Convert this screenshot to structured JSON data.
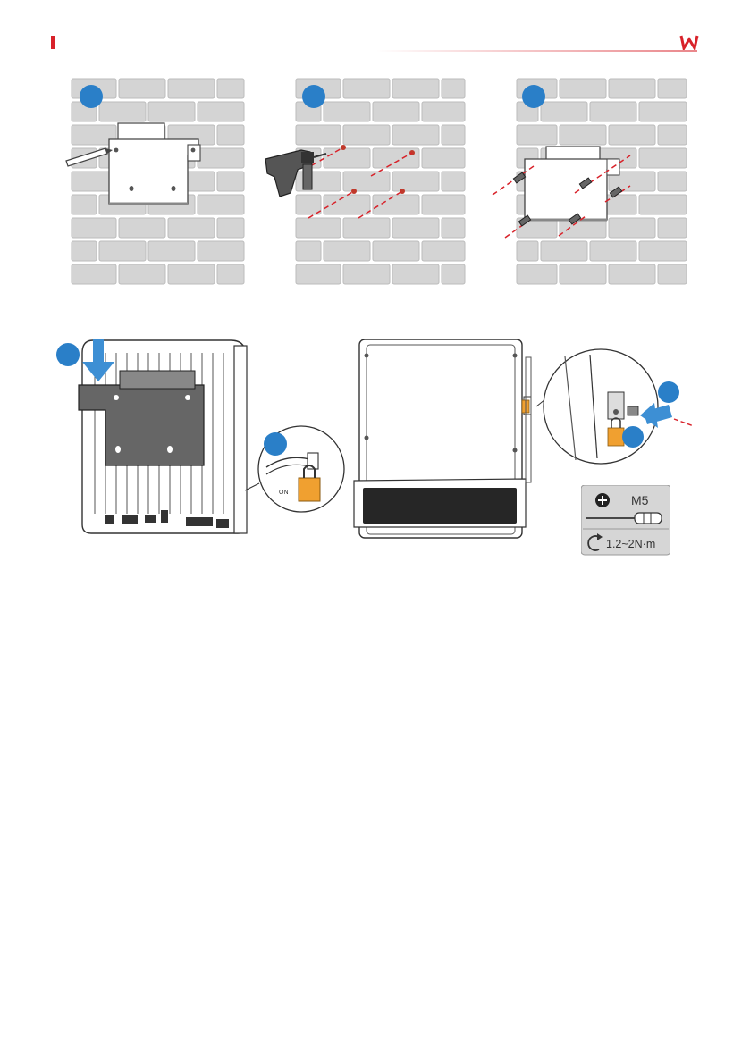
{
  "header": {
    "brand_color": "#d8222a",
    "logo_icon": "brand-w-icon"
  },
  "figures": {
    "wall_steps": [
      {
        "step": "mark-holes",
        "marker_color": "#2a7fc8"
      },
      {
        "step": "drill-holes",
        "marker_color": "#2a7fc8"
      },
      {
        "step": "fix-bracket",
        "marker_color": "#2a7fc8"
      }
    ],
    "inverter_back": {
      "arrow_color": "#2a7fc8",
      "switch_label": "ON"
    },
    "inverter_front": {
      "lock_color": "#f0a030"
    }
  },
  "spec_box": {
    "screw_label": "M5",
    "torque_label": "1.2~2N·m"
  }
}
